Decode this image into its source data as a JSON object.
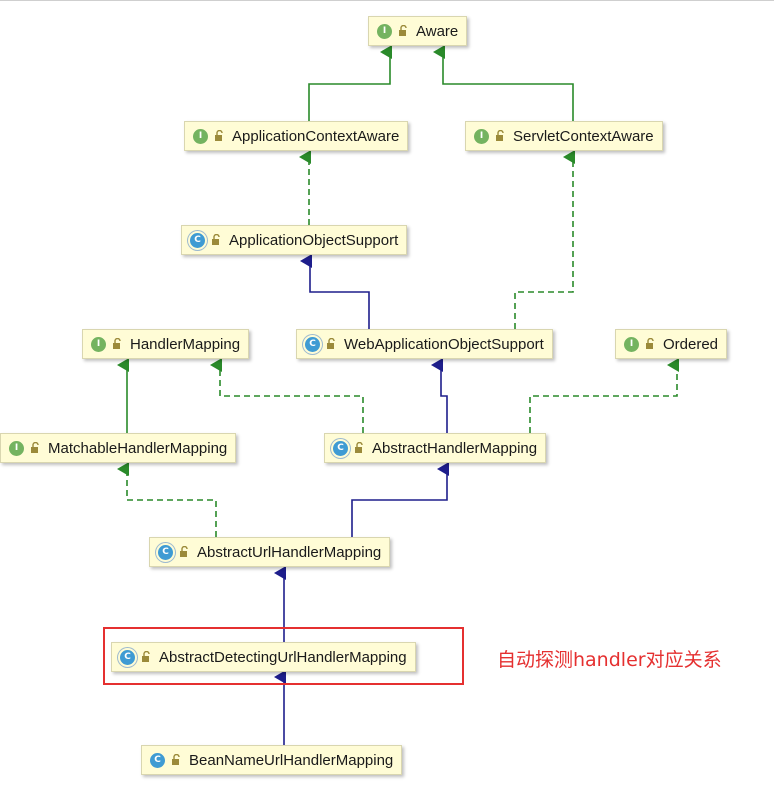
{
  "diagram": {
    "nodes": [
      {
        "id": "aware",
        "label": "Aware",
        "kind": "interface",
        "kind_letter": "I"
      },
      {
        "id": "app_ctx_aware",
        "label": "ApplicationContextAware",
        "kind": "interface",
        "kind_letter": "I"
      },
      {
        "id": "servlet_ctx_aware",
        "label": "ServletContextAware",
        "kind": "interface",
        "kind_letter": "I"
      },
      {
        "id": "app_obj_support",
        "label": "ApplicationObjectSupport",
        "kind": "abstract-class",
        "kind_letter": "C"
      },
      {
        "id": "handler_mapping",
        "label": "HandlerMapping",
        "kind": "interface",
        "kind_letter": "I"
      },
      {
        "id": "web_app_obj_support",
        "label": "WebApplicationObjectSupport",
        "kind": "abstract-class",
        "kind_letter": "C"
      },
      {
        "id": "ordered",
        "label": "Ordered",
        "kind": "interface",
        "kind_letter": "I"
      },
      {
        "id": "matchable",
        "label": "MatchableHandlerMapping",
        "kind": "interface",
        "kind_letter": "I"
      },
      {
        "id": "abstract_handler",
        "label": "AbstractHandlerMapping",
        "kind": "abstract-class",
        "kind_letter": "C"
      },
      {
        "id": "abstract_url",
        "label": "AbstractUrlHandlerMapping",
        "kind": "abstract-class",
        "kind_letter": "C"
      },
      {
        "id": "abstract_detecting",
        "label": "AbstractDetectingUrlHandlerMapping",
        "kind": "abstract-class",
        "kind_letter": "C"
      },
      {
        "id": "bean_name",
        "label": "BeanNameUrlHandlerMapping",
        "kind": "class",
        "kind_letter": "C"
      }
    ],
    "edges": [
      {
        "from": "app_ctx_aware",
        "to": "aware",
        "type": "extends"
      },
      {
        "from": "servlet_ctx_aware",
        "to": "aware",
        "type": "extends"
      },
      {
        "from": "app_obj_support",
        "to": "app_ctx_aware",
        "type": "implements"
      },
      {
        "from": "web_app_obj_support",
        "to": "app_obj_support",
        "type": "extends"
      },
      {
        "from": "web_app_obj_support",
        "to": "servlet_ctx_aware",
        "type": "implements"
      },
      {
        "from": "matchable",
        "to": "handler_mapping",
        "type": "extends"
      },
      {
        "from": "abstract_handler",
        "to": "handler_mapping",
        "type": "implements"
      },
      {
        "from": "abstract_handler",
        "to": "web_app_obj_support",
        "type": "extends"
      },
      {
        "from": "abstract_handler",
        "to": "ordered",
        "type": "implements"
      },
      {
        "from": "abstract_url",
        "to": "matchable",
        "type": "implements"
      },
      {
        "from": "abstract_url",
        "to": "abstract_handler",
        "type": "extends"
      },
      {
        "from": "abstract_detecting",
        "to": "abstract_url",
        "type": "extends"
      },
      {
        "from": "bean_name",
        "to": "abstract_detecting",
        "type": "extends"
      }
    ],
    "highlighted_node": "abstract_detecting",
    "annotation": "自动探测handler对应关系"
  },
  "colors": {
    "node_fill": "#fffcd6",
    "interface_edge": "#2a8a2a",
    "class_edge": "#1e1e8c",
    "highlight": "#e53030",
    "interface_badge": "#74b360",
    "class_badge": "#3f9bd3"
  }
}
